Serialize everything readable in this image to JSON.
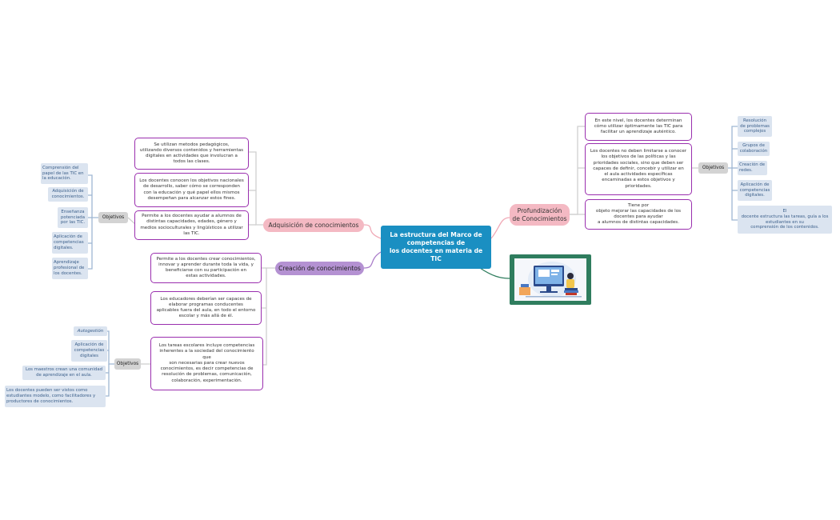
{
  "central": "La estructura del Marco de\ncompetencias de\nlos docentes en materia de TIC",
  "branches": {
    "adquisicion": "Adquisición de conocimientos",
    "creacion": "Creación de conocimientos",
    "profundizacion": "Profundización\nde Conocimientos"
  },
  "adquisicion_boxes": [
    "Se utilizan metodos pedagógicos,\nutilizando diversos contenidos y herramientas\ndigitales en actividades que involucran a\ntodos las clases.",
    "Los docentes conocen los objetivos nacionales\nde desarrollo, saber cómo se corresponden\ncon la educación y qué papel ellos mismos\ndesempeñan para alcanzar estos fines.",
    "Permite  a los docentes ayudar a alumnos de\ndistintas capacidades, edades, género y\nmedios socioculturales y lingüísticos a utilizar\nlas TIC."
  ],
  "adquisicion_objetivos": {
    "label": "Objetivos",
    "items": [
      "Comprensión del\npapel de las TIC en\nla educación.",
      "Adquisición de\nconocimientos.",
      "Enseñanza\npotenciada\npor las TIC.",
      "Aplicación de\ncompetencias\ndigitales.",
      "Aprendizaje\nprofesional de\nlos docentes."
    ]
  },
  "creacion_boxes": [
    "Permite a los docentes crear conocimientos,\ninnovar y aprender durante toda la vida, y\nbeneficiarse con su participación en\nestas actividades.",
    "Los educadores deberían ser capaces de\nelaborar programas conducentes\naplicables fuera del aula, en todo el entorno\nescolar y más allá de él.",
    "Los tareas escolares  incluye competencias\ninherentes a la sociedad del conocimiento que\nson necesarias para crear nuevos\nconocimientos, es decir competencias de\nresolución de problemas, comunicación,\ncolaboración, experimentación."
  ],
  "creacion_objetivos": {
    "label": "Objetivos",
    "items": [
      "Autogestión",
      "Aplicación de\ncompetencias\ndigitales",
      "Los maestros crean una comunidad\nde aprendizaje en el aula.",
      "Los docentes pueden ser vistos como\nestudiantes modelo, como facilitadores y\nproductores de conocimientos."
    ]
  },
  "profundizacion_boxes": [
    "En este nivel, los docentes determinan\ncómo utilizar óptimamente las TIC para\nfacilitar un aprendizaje auténtico.",
    "Los docentes no deben limitarse a conocer\nlos objetivos de las políticas y las\nprioridades sociales, sino que deben ser\ncapaces de definir, concebir y utilizar en\nel aula actividades específicas\nencaminadas a estos objetivos y\nprioridades.",
    "Tiene por\nobjeto mejorar las capacidades de los\ndocentes para ayudar\na alumnos de distintas capacidades."
  ],
  "profundizacion_objetivos": {
    "label": "Objetivos",
    "items": [
      "Resolución\nde problemas\ncomplejos",
      "Grupos de\ncolaboración",
      "Creación de\nredes.",
      "Aplicación de\ncompetencias\ndigitales.",
      "El\ndocente estructura las tareas, guía a los\nestudiantes en su\ncomprensión de los contenidos."
    ]
  },
  "colors": {
    "central": "#1a8fc2",
    "pink": "#f4b9c3",
    "purple": "#b491d2",
    "box_border": "#9a2fae",
    "leaf": "#dbe4f0",
    "image_frame": "#2f7d5e"
  }
}
